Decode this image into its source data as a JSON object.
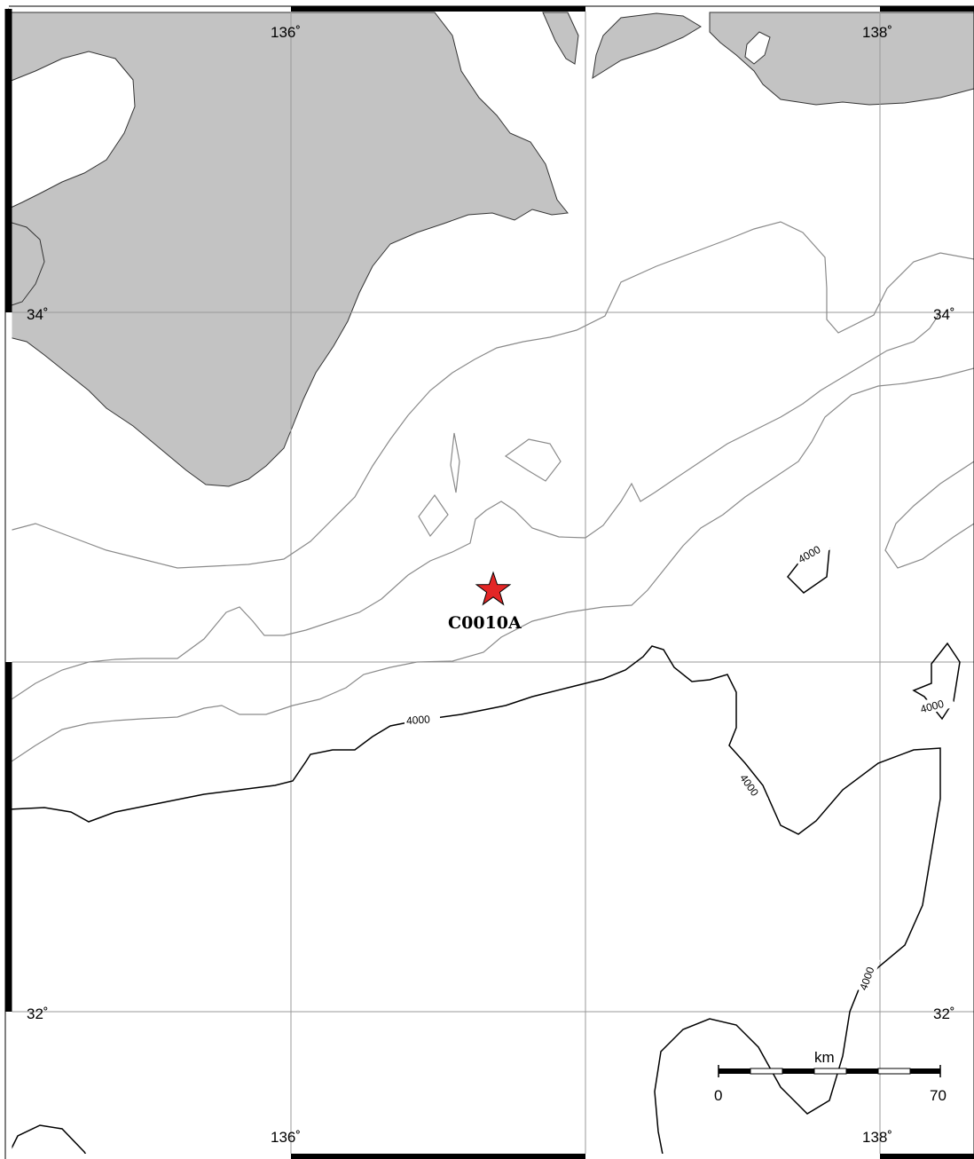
{
  "map": {
    "lon_labels": [
      "136˚",
      "138˚"
    ],
    "lat_labels": [
      "34˚",
      "32˚"
    ],
    "contour_label": "4000",
    "station": {
      "name": "C0010A",
      "marker_color": "#e32626"
    },
    "scale_bar": {
      "unit": "km",
      "min": "0",
      "max": "70"
    },
    "colors": {
      "land": "#c3c3c3",
      "ocean": "#ffffff",
      "contour": "#8a8a8a",
      "contour_bold": "#000000"
    }
  }
}
